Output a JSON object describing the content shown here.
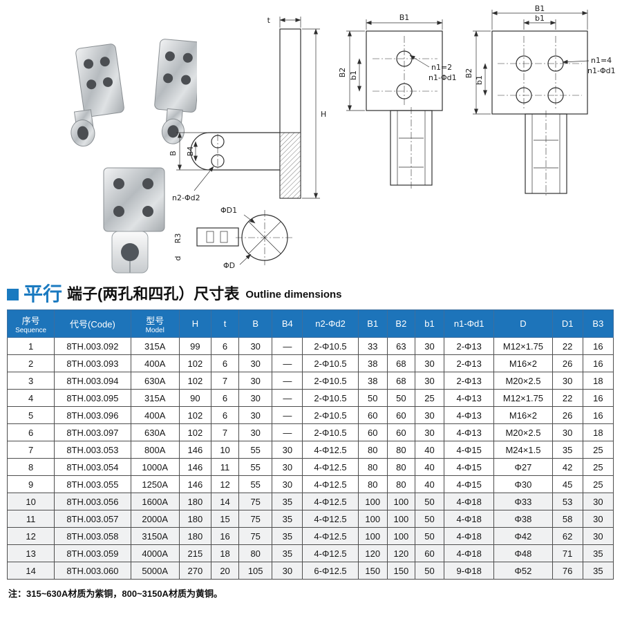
{
  "title": {
    "bullet_color": "#1a7ac0",
    "zh_highlight": "平行",
    "zh_rest": "端子(两孔和四孔）尺寸表",
    "en": "Outline dimensions"
  },
  "drawings": {
    "side_view": {
      "t_label": "t",
      "H_label": "H",
      "B_label": "B",
      "B4_label": "B4",
      "callout": "n2-Φd2"
    },
    "plan_view": {
      "d1_label": "ΦD1",
      "r3_label": "R3",
      "d_label": "ΦD",
      "small_d_label": "d"
    },
    "front2": {
      "B1": "B1",
      "b1": "b1",
      "B2": "B2",
      "n1": "n1=2",
      "callout": "n1-Φd1"
    },
    "front4": {
      "B1": "B1",
      "b1": "b1",
      "B2": "B2",
      "n1": "n1=4",
      "callout": "n1-Φd1"
    }
  },
  "table": {
    "header_bg": "#1d74ba",
    "headers": [
      {
        "l1": "序号",
        "l2": "Sequence"
      },
      {
        "l1": "代号(Code)",
        "l2": ""
      },
      {
        "l1": "型号",
        "l2": "Model"
      },
      {
        "l1": "H",
        "l2": ""
      },
      {
        "l1": "t",
        "l2": ""
      },
      {
        "l1": "B",
        "l2": ""
      },
      {
        "l1": "B4",
        "l2": ""
      },
      {
        "l1": "n2-Φd2",
        "l2": ""
      },
      {
        "l1": "B1",
        "l2": ""
      },
      {
        "l1": "B2",
        "l2": ""
      },
      {
        "l1": "b1",
        "l2": ""
      },
      {
        "l1": "n1-Φd1",
        "l2": ""
      },
      {
        "l1": "D",
        "l2": ""
      },
      {
        "l1": "D1",
        "l2": ""
      },
      {
        "l1": "B3",
        "l2": ""
      }
    ],
    "rows": [
      [
        "1",
        "8TH.003.092",
        "315A",
        "99",
        "6",
        "30",
        "—",
        "2-Φ10.5",
        "33",
        "63",
        "30",
        "2-Φ13",
        "M12×1.75",
        "22",
        "16"
      ],
      [
        "2",
        "8TH.003.093",
        "400A",
        "102",
        "6",
        "30",
        "—",
        "2-Φ10.5",
        "38",
        "68",
        "30",
        "2-Φ13",
        "M16×2",
        "26",
        "16"
      ],
      [
        "3",
        "8TH.003.094",
        "630A",
        "102",
        "7",
        "30",
        "—",
        "2-Φ10.5",
        "38",
        "68",
        "30",
        "2-Φ13",
        "M20×2.5",
        "30",
        "18"
      ],
      [
        "4",
        "8TH.003.095",
        "315A",
        "90",
        "6",
        "30",
        "—",
        "2-Φ10.5",
        "50",
        "50",
        "25",
        "4-Φ13",
        "M12×1.75",
        "22",
        "16"
      ],
      [
        "5",
        "8TH.003.096",
        "400A",
        "102",
        "6",
        "30",
        "—",
        "2-Φ10.5",
        "60",
        "60",
        "30",
        "4-Φ13",
        "M16×2",
        "26",
        "16"
      ],
      [
        "6",
        "8TH.003.097",
        "630A",
        "102",
        "7",
        "30",
        "—",
        "2-Φ10.5",
        "60",
        "60",
        "30",
        "4-Φ13",
        "M20×2.5",
        "30",
        "18"
      ],
      [
        "7",
        "8TH.003.053",
        "800A",
        "146",
        "10",
        "55",
        "30",
        "4-Φ12.5",
        "80",
        "80",
        "40",
        "4-Φ15",
        "M24×1.5",
        "35",
        "25"
      ],
      [
        "8",
        "8TH.003.054",
        "1000A",
        "146",
        "11",
        "55",
        "30",
        "4-Φ12.5",
        "80",
        "80",
        "40",
        "4-Φ15",
        "Φ27",
        "42",
        "25"
      ],
      [
        "9",
        "8TH.003.055",
        "1250A",
        "146",
        "12",
        "55",
        "30",
        "4-Φ12.5",
        "80",
        "80",
        "40",
        "4-Φ15",
        "Φ30",
        "45",
        "25"
      ],
      [
        "10",
        "8TH.003.056",
        "1600A",
        "180",
        "14",
        "75",
        "35",
        "4-Φ12.5",
        "100",
        "100",
        "50",
        "4-Φ18",
        "Φ33",
        "53",
        "30"
      ],
      [
        "11",
        "8TH.003.057",
        "2000A",
        "180",
        "15",
        "75",
        "35",
        "4-Φ12.5",
        "100",
        "100",
        "50",
        "4-Φ18",
        "Φ38",
        "58",
        "30"
      ],
      [
        "12",
        "8TH.003.058",
        "3150A",
        "180",
        "16",
        "75",
        "35",
        "4-Φ12.5",
        "100",
        "100",
        "50",
        "4-Φ18",
        "Φ42",
        "62",
        "30"
      ],
      [
        "13",
        "8TH.003.059",
        "4000A",
        "215",
        "18",
        "80",
        "35",
        "4-Φ12.5",
        "120",
        "120",
        "60",
        "4-Φ18",
        "Φ48",
        "71",
        "35"
      ],
      [
        "14",
        "8TH.003.060",
        "5000A",
        "270",
        "20",
        "105",
        "30",
        "6-Φ12.5",
        "150",
        "150",
        "50",
        "9-Φ18",
        "Φ52",
        "76",
        "35"
      ]
    ]
  },
  "note": "注：315~630A材质为紫铜，800~3150A材质为黄铜。"
}
